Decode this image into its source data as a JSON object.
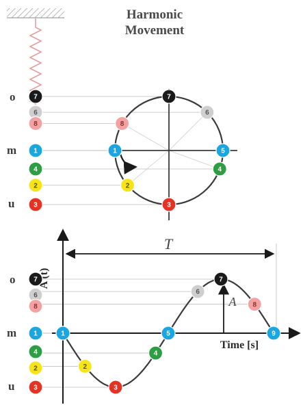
{
  "title": {
    "line1": "Harmonic",
    "line2": "Movement"
  },
  "levels": {
    "top": "o",
    "middle": "m",
    "bottom": "u"
  },
  "axes": {
    "y_label": "A (t)",
    "x_label": "Time [s]"
  },
  "symbols": {
    "period": "T",
    "amplitude": "A"
  },
  "markers": [
    {
      "label": "7",
      "color": "#1a1a1a",
      "text_color": "#ffffff"
    },
    {
      "label": "6",
      "color": "#cfcfcf",
      "text_color": "#555555"
    },
    {
      "label": "8",
      "color": "#f3a1a1",
      "text_color": "#8b2f2f"
    },
    {
      "label": "1",
      "color": "#1aa6e0",
      "text_color": "#ffffff"
    },
    {
      "label": "4",
      "color": "#2e9e44",
      "text_color": "#ffffff"
    },
    {
      "label": "2",
      "color": "#f6e418",
      "text_color": "#5a5200"
    },
    {
      "label": "3",
      "color": "#e53222",
      "text_color": "#ffffff"
    }
  ],
  "circle_markers": [
    "7",
    "6",
    "8",
    "1",
    "5",
    "4",
    "2",
    "3"
  ],
  "wave_markers": [
    "1",
    "2",
    "3",
    "4",
    "5",
    "6",
    "7",
    "8",
    "9"
  ],
  "colors": {
    "1": "#1aa6e0",
    "2": "#f6e418",
    "3": "#e53222",
    "4": "#2e9e44",
    "5": "#1aa6e0",
    "6": "#cfcfcf",
    "7": "#1a1a1a",
    "8": "#f3a1a1",
    "9": "#1aa6e0"
  },
  "text_colors": {
    "1": "#ffffff",
    "2": "#5a5200",
    "3": "#ffffff",
    "4": "#ffffff",
    "5": "#ffffff",
    "6": "#555555",
    "7": "#ffffff",
    "8": "#8b2f2f",
    "9": "#ffffff"
  }
}
